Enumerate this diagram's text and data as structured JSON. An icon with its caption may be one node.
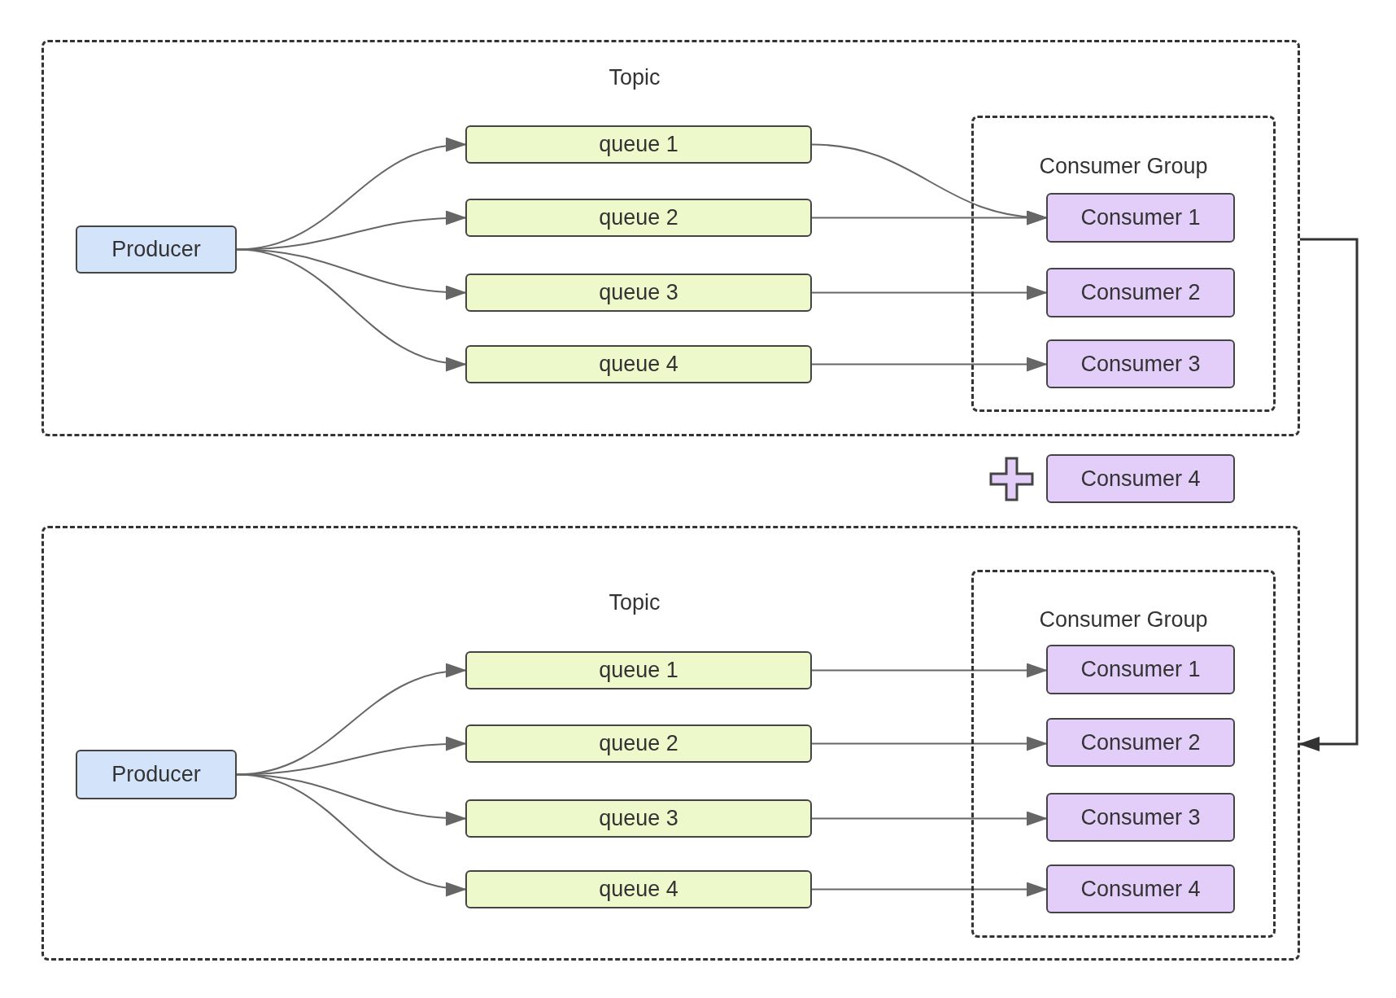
{
  "diagram": {
    "nodes": [
      {
        "text": [
          "Topic"
        ]
      },
      {
        "text": [
          "Producer"
        ],
        "in": 0
      },
      {
        "text": [
          "queue 1"
        ],
        "in": 0
      },
      {
        "text": [
          "queue 2"
        ],
        "in": 0
      },
      {
        "text": [
          "queue 3"
        ],
        "in": 0
      },
      {
        "text": [
          "queue 4"
        ],
        "in": 0
      },
      {
        "text": [
          "Consumer Group"
        ],
        "in": 0
      },
      {
        "text": [
          "Consumer 1"
        ],
        "in": 6
      },
      {
        "text": [
          "Consumer 2"
        ],
        "in": 6
      },
      {
        "text": [
          "Consumer 3"
        ],
        "in": 6
      },
      {
        "text": [
          "Consumer 4"
        ]
      },
      {
        "text": [
          "Topic"
        ]
      },
      {
        "text": [
          "Producer"
        ],
        "in": 11
      },
      {
        "text": [
          "queue 1"
        ],
        "in": 11
      },
      {
        "text": [
          "queue 2"
        ],
        "in": 11
      },
      {
        "text": [
          "queue 3"
        ],
        "in": 11
      },
      {
        "text": [
          "queue 4"
        ],
        "in": 11
      },
      {
        "text": [
          "Consumer Group"
        ],
        "in": 11
      },
      {
        "text": [
          "Consumer 1"
        ],
        "in": 17
      },
      {
        "text": [
          "Consumer 2"
        ],
        "in": 17
      },
      {
        "text": [
          "Consumer 3"
        ],
        "in": 17
      },
      {
        "text": [
          "Consumer 4"
        ],
        "in": 17
      }
    ],
    "edges": [
      {
        "from": 1,
        "to": 2,
        "arrow": "to"
      },
      {
        "from": 1,
        "to": 3,
        "arrow": "to"
      },
      {
        "from": 1,
        "to": 4,
        "arrow": "to"
      },
      {
        "from": 1,
        "to": 5,
        "arrow": "to"
      },
      {
        "from": 2,
        "to": 7,
        "arrow": "to"
      },
      {
        "from": 3,
        "to": 7,
        "arrow": "to"
      },
      {
        "from": 4,
        "to": 8,
        "arrow": "to"
      },
      {
        "from": 5,
        "to": 9,
        "arrow": "to"
      },
      {
        "from": 0,
        "to": 11,
        "arrow": "to",
        "color": "#333333"
      },
      {
        "from": 12,
        "to": 13,
        "arrow": "to"
      },
      {
        "from": 12,
        "to": 14,
        "arrow": "to"
      },
      {
        "from": 12,
        "to": 15,
        "arrow": "to"
      },
      {
        "from": 12,
        "to": 16,
        "arrow": "to"
      },
      {
        "from": 13,
        "to": 18,
        "arrow": "to"
      },
      {
        "from": 14,
        "to": 19,
        "arrow": "to"
      },
      {
        "from": 15,
        "to": 20,
        "arrow": "to"
      },
      {
        "from": 16,
        "to": 21,
        "arrow": "to"
      }
    ]
  }
}
